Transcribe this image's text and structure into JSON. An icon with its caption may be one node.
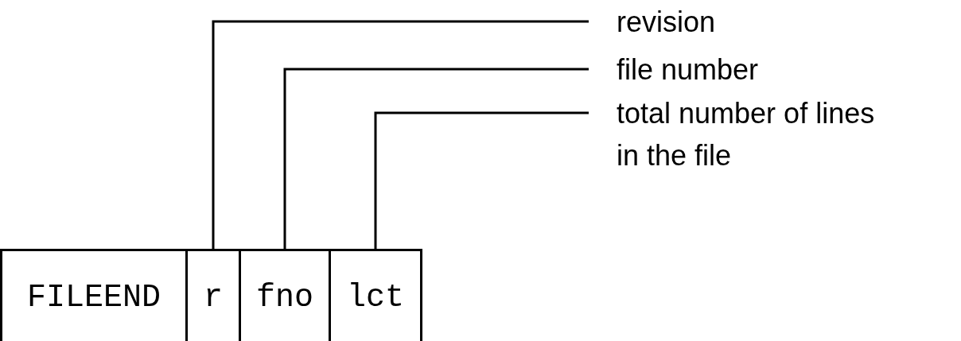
{
  "diagram": {
    "nodes": [
      {
        "text": [
          "FILEEND"
        ]
      },
      {
        "text": [
          "r"
        ]
      },
      {
        "text": [
          "fno"
        ]
      },
      {
        "text": [
          "lct"
        ]
      },
      {
        "text": [
          "revision"
        ]
      },
      {
        "text": [
          "file number"
        ]
      },
      {
        "text": [
          "total number of lines in the file"
        ]
      }
    ],
    "edges": [
      {
        "from": 4,
        "to": 1,
        "arrow": "none"
      },
      {
        "from": 5,
        "to": 2,
        "arrow": "none"
      },
      {
        "from": 6,
        "to": 3,
        "arrow": "none"
      }
    ]
  }
}
